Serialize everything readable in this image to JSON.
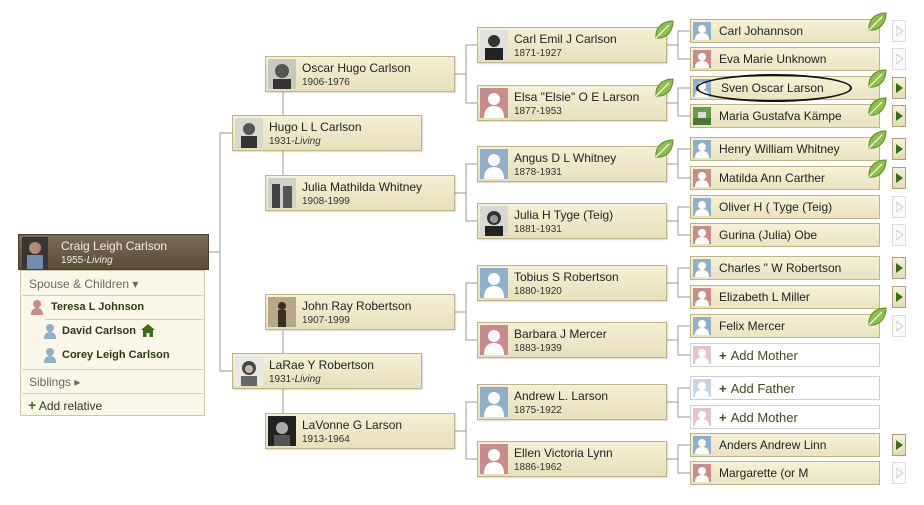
{
  "root": {
    "name": "Craig Leigh Carlson",
    "birth": "1955-",
    "living": "Living"
  },
  "panel": {
    "spouse_children_label": "Spouse & Children ▾",
    "spouse": "Teresa L Johnson",
    "children": [
      "David Carlson",
      "Corey Leigh Carlson"
    ],
    "siblings_label": "Siblings ▸",
    "add_relative_label": "Add relative",
    "add_relative_plus": "+"
  },
  "gen1": {
    "father": {
      "name": "Hugo L L Carlson",
      "birth": "1931-",
      "living": "Living"
    },
    "mother": {
      "name": "LaRae Y Robertson",
      "birth": "1931-",
      "living": "Living"
    }
  },
  "gen2": {
    "ff": {
      "name": "Oscar Hugo Carlson",
      "dates": "1906-1976"
    },
    "fm": {
      "name": "Julia Mathilda Whitney",
      "dates": "1908-1999"
    },
    "mf": {
      "name": "John Ray Robertson",
      "dates": "1907-1999"
    },
    "mm": {
      "name": "LaVonne G Larson",
      "dates": "1913-1964"
    }
  },
  "gen3": [
    {
      "name": "Carl Emil J Carlson",
      "dates": "1871-1927"
    },
    {
      "name": "Elsa \"Elsie\" O E Larson",
      "dates": "1877-1953"
    },
    {
      "name": "Angus D L Whitney",
      "dates": "1878-1931"
    },
    {
      "name": "Julia H Tyge (Teig)",
      "dates": "1881-1931"
    },
    {
      "name": "Tobius S Robertson",
      "dates": "1880-1920"
    },
    {
      "name": "Barbara J Mercer",
      "dates": "1883-1939"
    },
    {
      "name": "Andrew L. Larson",
      "dates": "1875-1922"
    },
    {
      "name": "Ellen Victoria Lynn",
      "dates": "1886-1962"
    }
  ],
  "gen4": [
    {
      "name": "Carl Johannson"
    },
    {
      "name": "Eva Marie Unknown"
    },
    {
      "name": "Sven Oscar Larson"
    },
    {
      "name": "Maria Gustafva Kämpe"
    },
    {
      "name": "Henry William Whitney"
    },
    {
      "name": "Matilda Ann Carther"
    },
    {
      "name": "Oliver H ( Tyge (Teig)"
    },
    {
      "name": "Gurina (Julia) Obe"
    },
    {
      "name": "Charles \" W Robertson"
    },
    {
      "name": "Elizabeth L Miller"
    },
    {
      "name": "Felix Mercer"
    },
    {
      "name": "Add Mother",
      "plus": "+"
    },
    {
      "name": "Add Father",
      "plus": "+"
    },
    {
      "name": "Add Mother",
      "plus": "+"
    },
    {
      "name": "Anders Andrew Linn"
    },
    {
      "name": "Margarette (or M"
    }
  ],
  "colors": {
    "male_silhouette": "#8fb0c8",
    "female_silhouette": "#c98c8c",
    "leaf": "#8cc04a",
    "arrow": "#3d6b1c",
    "root_bg": "#5f4f40"
  }
}
